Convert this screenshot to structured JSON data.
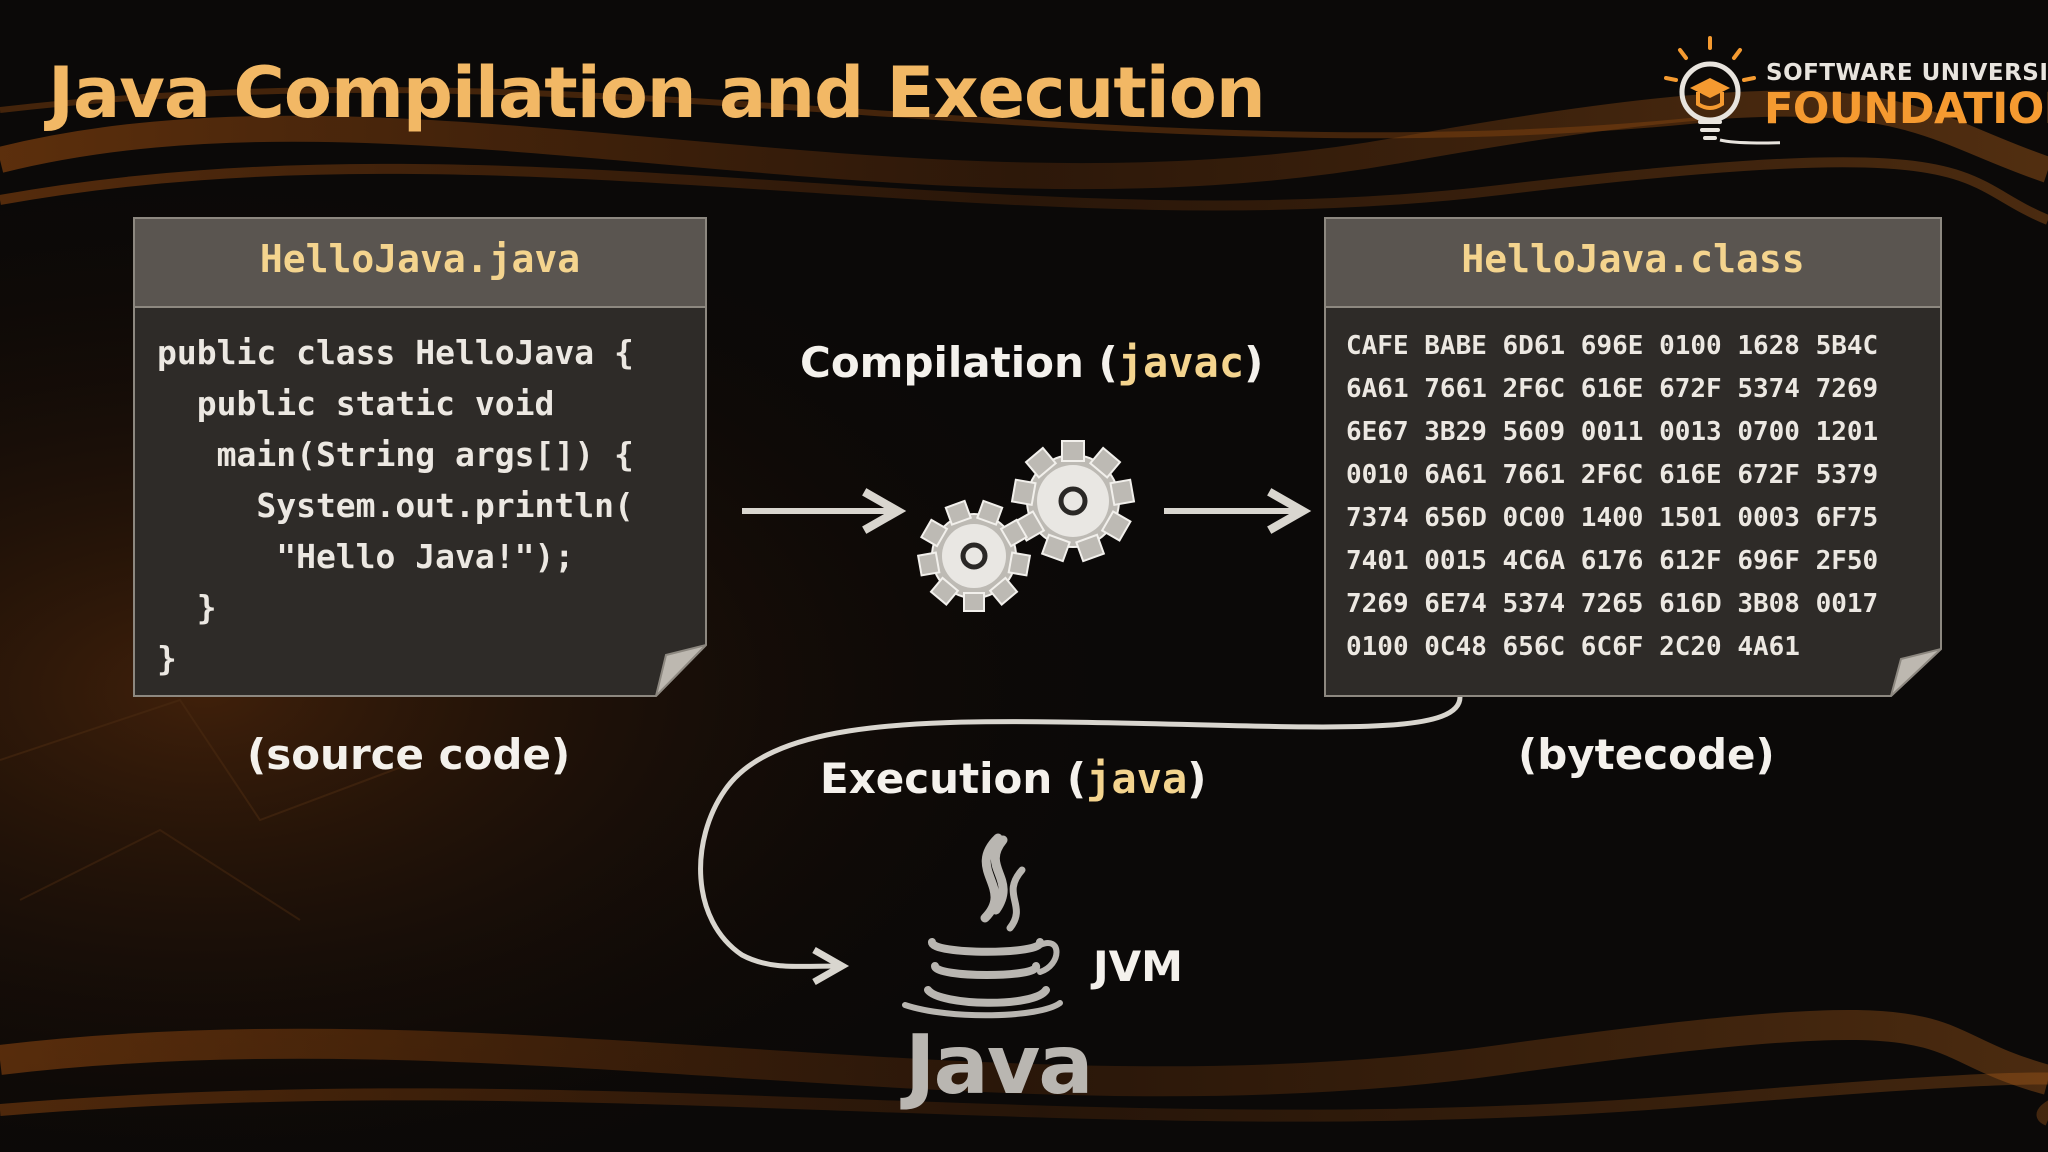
{
  "title": "Java Compilation and Execution",
  "logo": {
    "line1": "SOFTWARE UNIVERSITY",
    "line2": "FOUNDATION",
    "icon": "lightbulb-graduation-cap-icon",
    "accent_color": "#f59a30"
  },
  "source_file": {
    "filename": "HelloJava.java",
    "code": "public class HelloJava {\n  public static void\n   main(String args[]) {\n     System.out.println(\n      \"Hello Java!\");\n  }\n}",
    "caption": "(source code)"
  },
  "class_file": {
    "filename": "HelloJava.class",
    "bytecode": "CAFE BABE 6D61 696E 0100 1628 5B4C\n6A61 7661 2F6C 616E 672F 5374 7269\n6E67 3B29 5609 0011 0013 0700 1201\n0010 6A61 7661 2F6C 616E 672F 5379\n7374 656D 0C00 1400 1501 0003 6F75\n7401 0015 4C6A 6176 612F 696F 2F50\n7269 6E74 5374 7265 616D 3B08 0017\n0100 0C48 656C 6C6F 2C20 4A61",
    "caption": "(bytecode)"
  },
  "compilation": {
    "prefix": "Compilation (",
    "command": "javac",
    "suffix": ")",
    "icon": "gears-icon"
  },
  "execution": {
    "prefix": "Execution (",
    "command": "java",
    "suffix": ")"
  },
  "jvm": {
    "label": "JVM",
    "logo_text": "Java",
    "icon": "java-coffee-cup-icon"
  },
  "colors": {
    "title": "#f2b865",
    "highlight": "#f4d48e",
    "card_header": "#5a5550",
    "card_body": "#2e2b28",
    "arrow": "#d9d6cf"
  }
}
